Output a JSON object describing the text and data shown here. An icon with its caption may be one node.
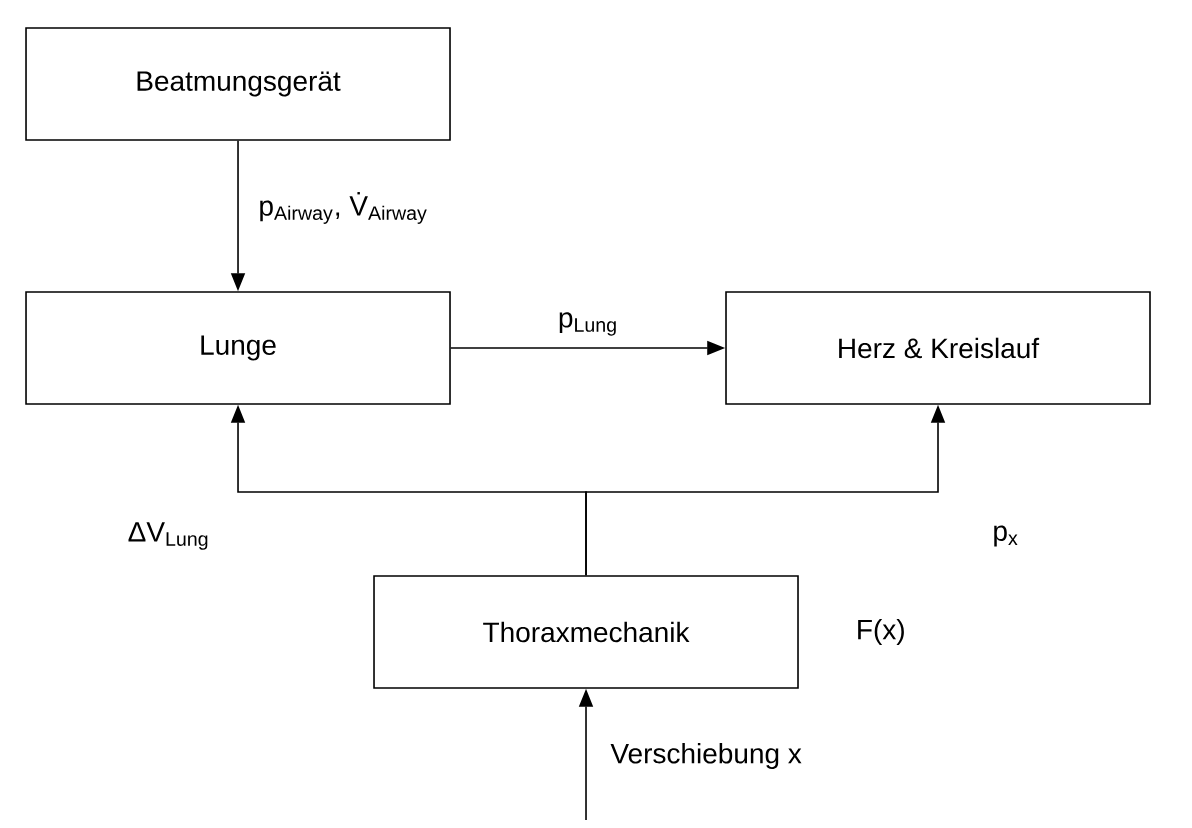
{
  "diagram": {
    "nodes": [
      {
        "text": [
          "Beatmungsgerät"
        ]
      },
      {
        "text": [
          "Lunge"
        ]
      },
      {
        "text": [
          "Herz & Kreislauf"
        ]
      },
      {
        "text": [
          "Thoraxmechanik"
        ],
        "beside": [
          "F(x)"
        ]
      }
    ],
    "edges": [
      {
        "from": 0,
        "to": 1,
        "arrow": "to",
        "label": "p$_{Airway}$, V̇$_{Airway}$"
      },
      {
        "from": 1,
        "to": 2,
        "arrow": "to",
        "label": "p$_{Lung}$"
      },
      {
        "from": 3,
        "to": 1,
        "arrow": "to",
        "label": "ΔV$_{Lung}$"
      },
      {
        "from": 3,
        "to": 2,
        "arrow": "to",
        "label": "p$_{x}$"
      },
      {
        "from": null,
        "to": 3,
        "arrow": "to",
        "label": "Verschiebung x"
      }
    ]
  }
}
